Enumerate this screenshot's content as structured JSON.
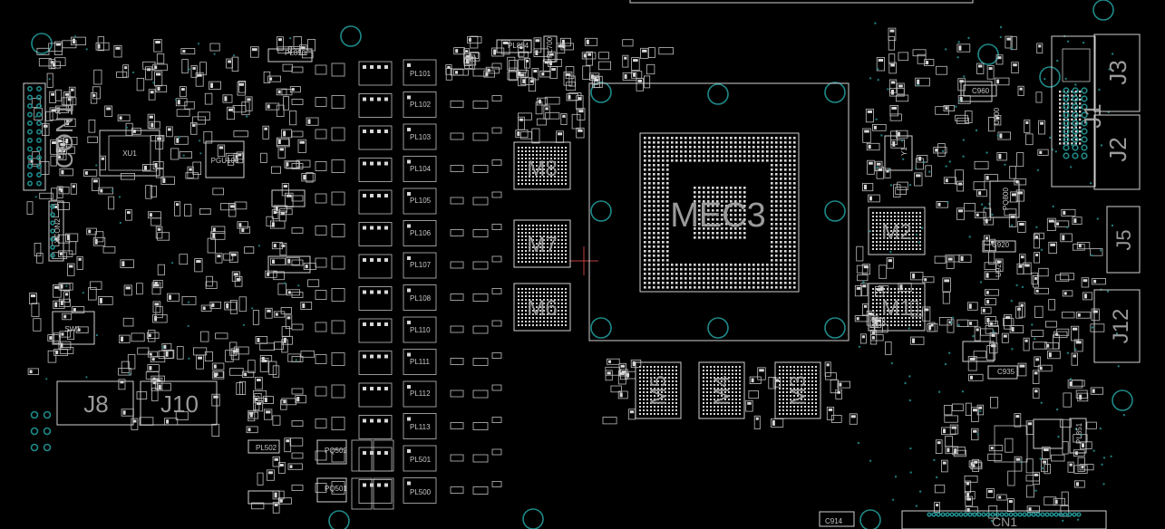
{
  "board": {
    "background": "#000000",
    "silkscreen_color": "#cfcfcf",
    "hole_color": "#1f8a8a",
    "label_color": "#9a9a9a"
  },
  "labels": {
    "main_chip": "MEC3",
    "memory": [
      "M1",
      "M2",
      "M3",
      "M4",
      "M5",
      "M6",
      "M7",
      "M8"
    ],
    "connectors": [
      "CON1",
      "J1",
      "J2",
      "J3",
      "J5",
      "J8",
      "J10",
      "J12",
      "CN1"
    ],
    "xu1": "XU1",
    "xcon": "XCON2",
    "pgu": "PGU100",
    "sw": "SW1",
    "inductors": [
      "PL101",
      "PL102",
      "PL103",
      "PL104",
      "PL105",
      "PL106",
      "PL107",
      "PL108",
      "PL110",
      "PL111",
      "PL112",
      "PL113",
      "PL501",
      "PL500"
    ],
    "misc": [
      "PL850",
      "PL854",
      "PL700",
      "C960",
      "C920",
      "C935",
      "U900",
      "U920",
      "PQ800",
      "PL502",
      "PQ502",
      "PQ501",
      "PL851",
      "C914",
      "Y1"
    ]
  }
}
